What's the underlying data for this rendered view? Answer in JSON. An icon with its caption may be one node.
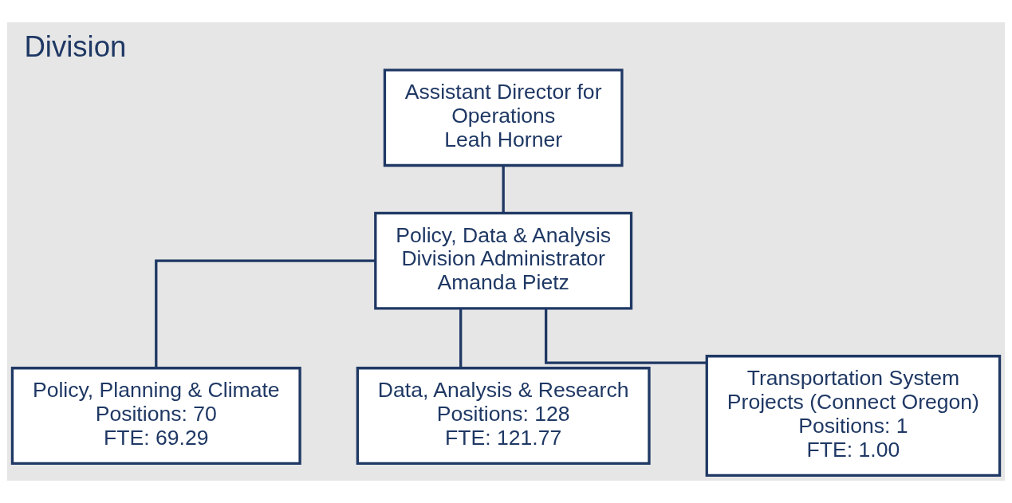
{
  "diagram": {
    "title": "Division",
    "nodes": [
      {
        "text": [
          "Assistant Director for Operations",
          "Leah Horner"
        ]
      },
      {
        "text": [
          "Policy, Data & Analysis Division Administrator",
          "Amanda Pietz"
        ]
      },
      {
        "text": [
          "Policy, Planning & Climate",
          "Positions: 70",
          "FTE: 69.29"
        ]
      },
      {
        "text": [
          "Data, Analysis & Research",
          "Positions: 128",
          "FTE: 121.77"
        ]
      },
      {
        "text": [
          "Transportation System Projects (Connect Oregon)",
          "Positions: 1",
          "FTE: 1.00"
        ]
      }
    ],
    "edges": [
      {
        "from": 0,
        "to": 1,
        "arrow": "none"
      },
      {
        "from": 1,
        "to": 2,
        "arrow": "none"
      },
      {
        "from": 1,
        "to": 3,
        "arrow": "none"
      },
      {
        "from": 1,
        "to": 4,
        "arrow": "none"
      }
    ]
  }
}
